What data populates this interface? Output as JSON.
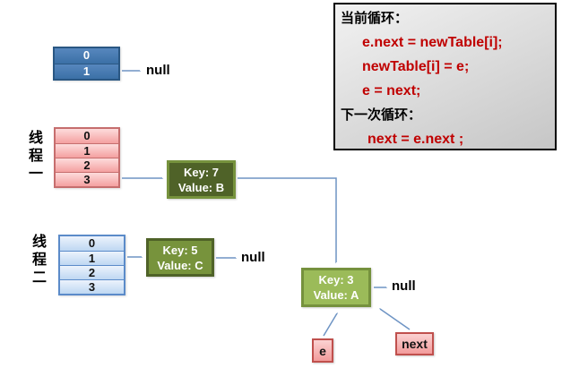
{
  "code_panel": {
    "heading_current": "当前循环：",
    "code_lines_current": [
      "e.next = newTable[i];",
      "newTable[i] = e;",
      "e = next;"
    ],
    "heading_next": "下一次循环：",
    "code_line_next": "next = e.next ;"
  },
  "top_bucket_table": {
    "cells": [
      "0",
      "1"
    ],
    "null_label": "null"
  },
  "thread1": {
    "label": "线程一",
    "bucket_cells": [
      "0",
      "1",
      "2",
      "3"
    ]
  },
  "thread2": {
    "label": "线程二",
    "bucket_cells": [
      "0",
      "1",
      "2",
      "3"
    ],
    "null_label": "null"
  },
  "nodes": {
    "node_b": {
      "key": "Key: 7",
      "value": "Value: B"
    },
    "node_c": {
      "key": "Key: 5",
      "value": "Value: C"
    },
    "node_a": {
      "key": "Key: 3",
      "value": "Value: A",
      "null_label": "null"
    }
  },
  "pointer_labels": {
    "e": "e",
    "next": "next"
  },
  "colors": {
    "code_text": "#C00000",
    "top_table_fill": "#4076AE",
    "thread1_table_fill": "#F6A6A6",
    "thread2_table_fill": "#CADDF4",
    "node_b_fill": "#4F6228",
    "node_c_fill": "#77933C",
    "node_a_fill": "#9BBB59",
    "pointer_box_fill": "#F5A7A7",
    "arrow": "#6E94C4"
  }
}
